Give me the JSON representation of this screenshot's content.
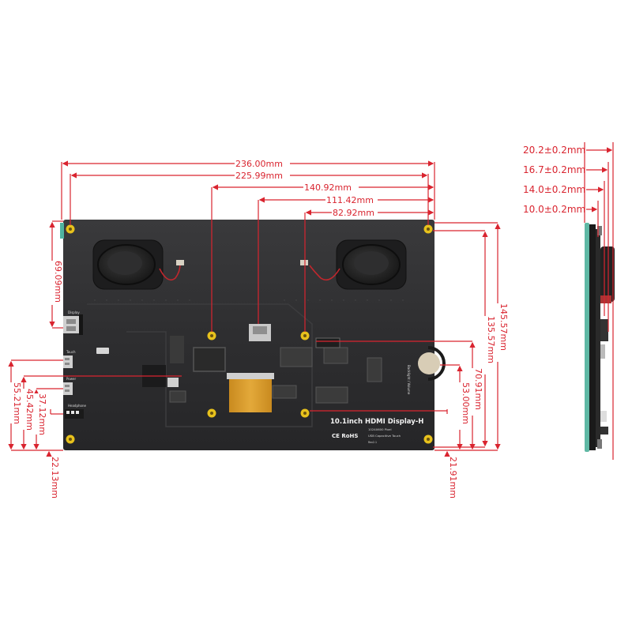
{
  "title": "10.1inch HDMI Display-H dimension drawing",
  "board": {
    "model_label": "10.1inch HDMI Display-H",
    "resolution_label": "1024X600 Pixel",
    "touch_label": "USB Capacitive Touch",
    "revision_label": "Rev2.1",
    "cert_label": "CE RoHS",
    "port_labels": {
      "display": "Display",
      "touch": "Touch",
      "power": "Power",
      "headphone": "Headphone",
      "backlight": "Backlight / Volume"
    }
  },
  "dimensions": {
    "width_overall": "236.00mm",
    "mount_hole_spacing_x": "225.99mm",
    "dim_140": "140.92mm",
    "dim_111": "111.42mm",
    "dim_82": "82.92mm",
    "left_69": "69.09mm",
    "left_55": "55.21mm",
    "left_45": "45.42mm",
    "left_37": "37.12mm",
    "left_22": "22.13mm",
    "height_overall": "145.57mm",
    "mount_hole_spacing_y": "135.57mm",
    "right_70": "70.91mm",
    "right_53": "53.00mm",
    "right_21": "21.91mm"
  },
  "side_view": {
    "thickness_labels": [
      "20.2±0.2mm",
      "16.7±0.2mm",
      "14.0±0.2mm",
      "10.0±0.2mm"
    ]
  },
  "colors": {
    "dimension": "#d9242f",
    "board": "#2b2b2d",
    "mount_hole": "#e8c21c",
    "fpc": "#d89a2a",
    "panel_edge": "#4fb3a0"
  }
}
